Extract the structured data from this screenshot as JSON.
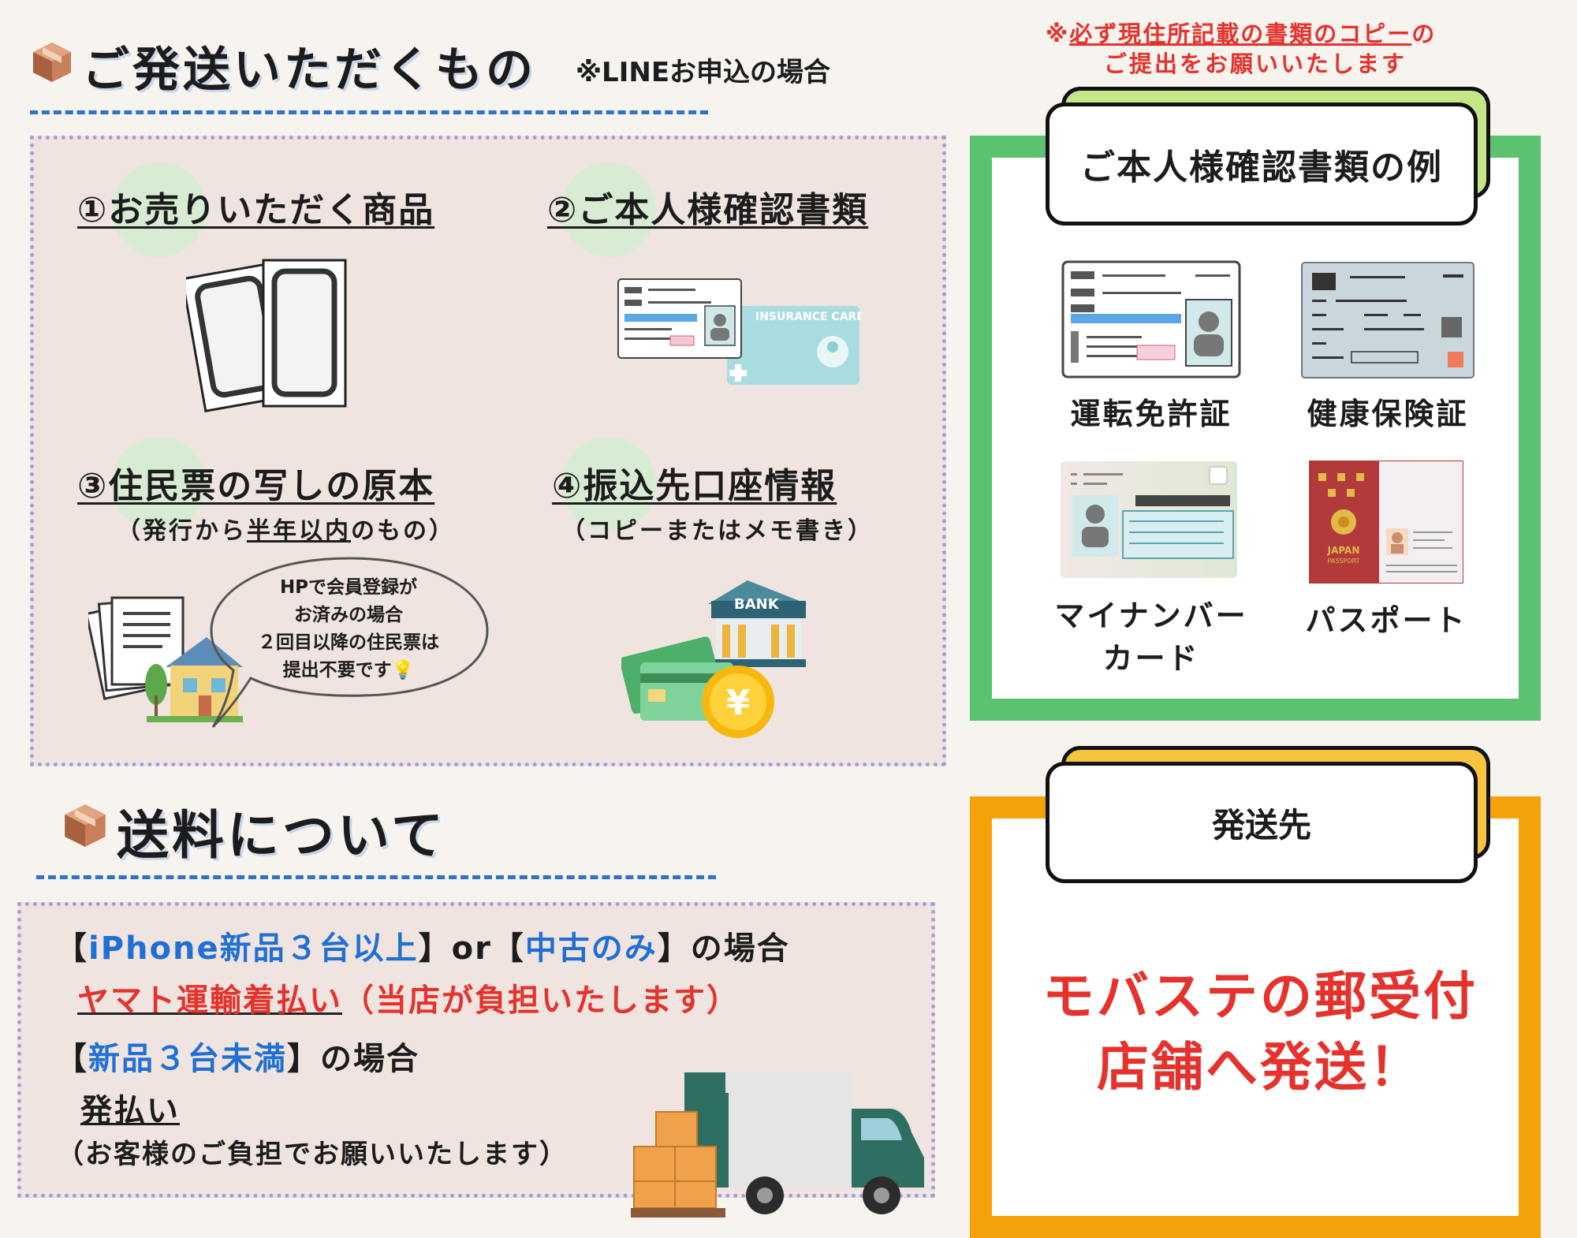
{
  "left": {
    "section1": {
      "title": "ご発送いただくもの",
      "note": "※LINEお申込の場合",
      "icon": "package-icon",
      "items": [
        {
          "title": "①お売りいただく商品",
          "icon": "smartphone-icon"
        },
        {
          "title": "②ご本人様確認書類",
          "icon": "id-card-icon"
        },
        {
          "title": "③住民票の写しの原本",
          "sub_a": "（発行から",
          "sub_b": "半年以内",
          "sub_c": "のもの）",
          "icon": "documents-house-icon"
        },
        {
          "title": "④振込先口座情報",
          "sub": "（コピーまたはメモ書き）",
          "icon": "bank-card-icon"
        }
      ],
      "bubble": [
        "HPで会員登録が",
        "お済みの場合",
        "２回目以降の住民票は",
        "提出不要です💡"
      ]
    },
    "section2": {
      "title": "送料について",
      "icon": "package-icon",
      "line1_a": "【",
      "line1_b": "iPhone新品３台以上",
      "line1_c": "】or【",
      "line1_d": "中古のみ",
      "line1_e": "】の場合",
      "line2_a": "ヤマト運輸着払い",
      "line2_b": "（当店が負担いたします）",
      "line3_a": "【",
      "line3_b": "新品３台未満",
      "line3_c": "】の場合",
      "line4": "発払い",
      "line5": "（お客様のご負担でお願いいたします）",
      "truck_icon": "delivery-truck-icon"
    }
  },
  "right": {
    "notice_line1_a": "※",
    "notice_line1_b": "必ず現住所記載の書類のコピー",
    "notice_line1_c": "の",
    "notice_line2": "ご提出をお願いいたします",
    "id_box": {
      "title": "ご本人様確認書類の例",
      "docs": [
        {
          "label": "運転免許証",
          "icon": "drivers-license-icon"
        },
        {
          "label": "健康保険証",
          "icon": "health-insurance-card-icon"
        },
        {
          "label_1": "マイナンバー",
          "label_2": "カード",
          "icon": "my-number-card-icon"
        },
        {
          "label": "パスポート",
          "icon": "passport-icon"
        }
      ]
    },
    "ship_box": {
      "title": "発送先",
      "line1": "モバステの郵受付",
      "line2": "店舗へ発送！"
    }
  },
  "colors": {
    "accent_blue": "#1f6fd6",
    "accent_red": "#e5322c",
    "green": "#5bc36f",
    "orange": "#f5a20a",
    "panel": "#efe4df",
    "dots": "#a59be0"
  },
  "illustration_text": {
    "bank_sign": "BANK",
    "insurance_card": "INSURANCE CARD",
    "yen_coin": "¥",
    "passport_country": "JAPAN",
    "passport_word": "PASSPORT"
  }
}
